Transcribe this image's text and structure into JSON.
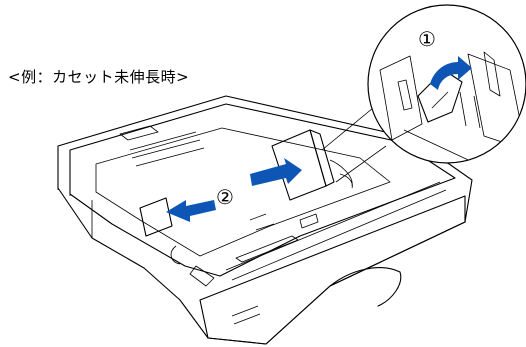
{
  "caption": "<例：カセット未伸長時>",
  "steps": {
    "one": "①",
    "two": "②"
  },
  "colors": {
    "tray_fill": "#f3f3f3",
    "guide_gray": "#bdbdbd",
    "lever_gray": "#8c8c8c",
    "arrow_blue": "#0d56b5"
  }
}
